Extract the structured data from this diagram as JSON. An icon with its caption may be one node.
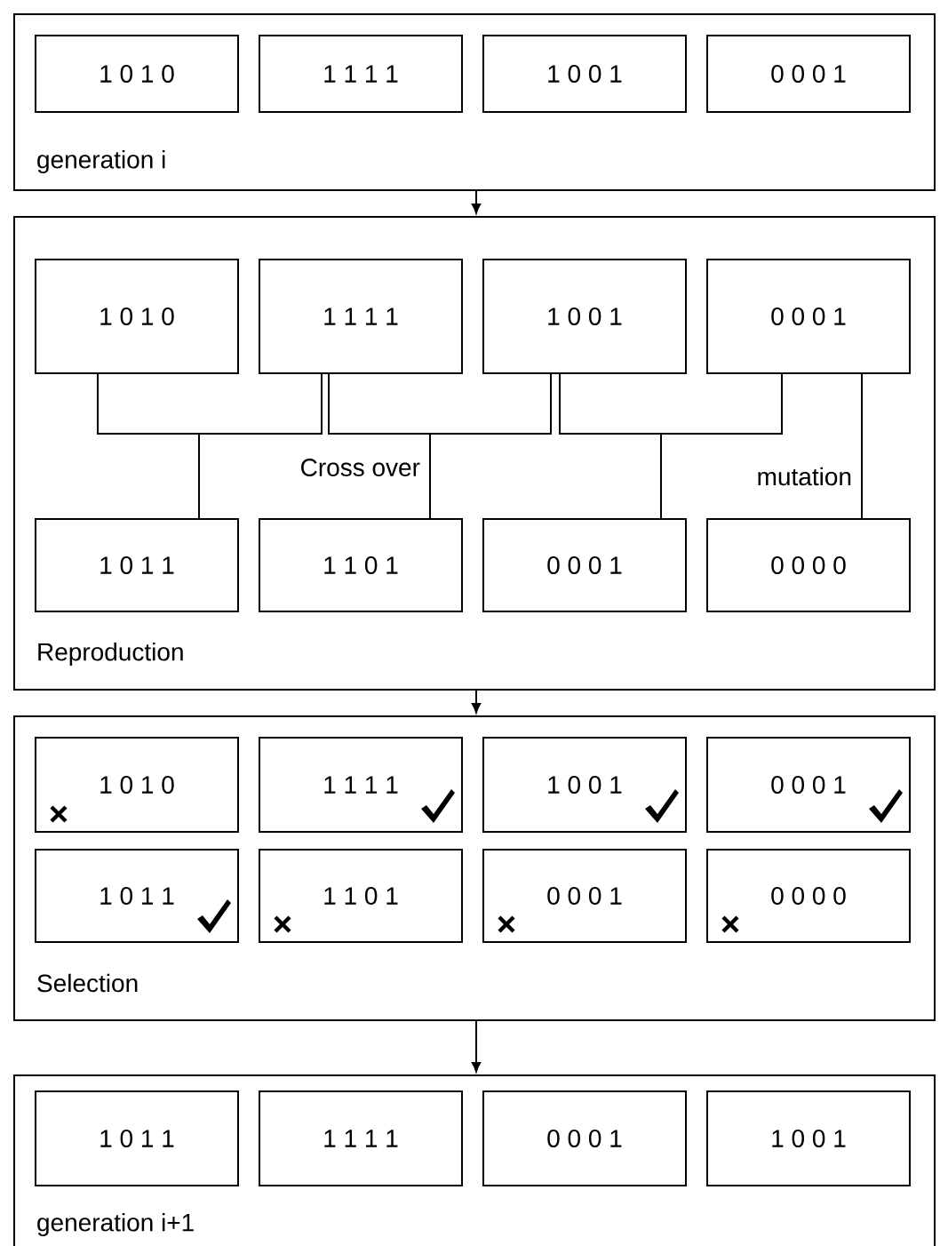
{
  "diagram": {
    "nodes": [
      {
        "text": [
          "generation i"
        ]
      },
      {
        "text": [
          "1 0 1 0"
        ],
        "in": 0
      },
      {
        "text": [
          "1 1 1 1"
        ],
        "in": 0
      },
      {
        "text": [
          "1 0 0 1"
        ],
        "in": 0
      },
      {
        "text": [
          "0 0 0 1"
        ],
        "in": 0
      },
      {
        "text": [
          "Reproduction"
        ]
      },
      {
        "text": [
          "1 0 1 0"
        ],
        "in": 5
      },
      {
        "text": [
          "1 1 1 1"
        ],
        "in": 5
      },
      {
        "text": [
          "1 0 0 1"
        ],
        "in": 5
      },
      {
        "text": [
          "0 0 0 1"
        ],
        "in": 5
      },
      {
        "text": [
          "1 0 1 1"
        ],
        "in": 5
      },
      {
        "text": [
          "1 1 0 1"
        ],
        "in": 5
      },
      {
        "text": [
          "0 0 0 1"
        ],
        "in": 5
      },
      {
        "text": [
          "0 0 0 0"
        ],
        "in": 5
      },
      {
        "text": [
          "Selection"
        ]
      },
      {
        "text": [
          "1 0 1 0"
        ],
        "in": 14
      },
      {
        "text": [
          "1 1 1 1"
        ],
        "in": 14
      },
      {
        "text": [
          "1 0 0 1"
        ],
        "in": 14
      },
      {
        "text": [
          "0 0 0 1"
        ],
        "in": 14
      },
      {
        "text": [
          "1 0 1 1"
        ],
        "in": 14
      },
      {
        "text": [
          "1 1 0 1"
        ],
        "in": 14
      },
      {
        "text": [
          "0 0 0 1"
        ],
        "in": 14
      },
      {
        "text": [
          "0 0 0 0"
        ],
        "in": 14
      },
      {
        "text": [
          "generation i+1"
        ]
      },
      {
        "text": [
          "1 0 1 1"
        ],
        "in": 23
      },
      {
        "text": [
          "1 1 1 1"
        ],
        "in": 23
      },
      {
        "text": [
          "0 0 0 1"
        ],
        "in": 23
      },
      {
        "text": [
          "1 0 0 1"
        ],
        "in": 23
      }
    ],
    "edges": [
      {
        "from": 0,
        "to": 5,
        "arrow": "to"
      },
      {
        "from": 6,
        "to": 10,
        "arrow": "none"
      },
      {
        "from": 7,
        "to": 10,
        "arrow": "none"
      },
      {
        "from": 7,
        "to": 11,
        "arrow": "none"
      },
      {
        "from": 8,
        "to": 11,
        "arrow": "none"
      },
      {
        "from": 8,
        "to": 12,
        "arrow": "none"
      },
      {
        "from": 9,
        "to": 12,
        "arrow": "none"
      },
      {
        "from": 9,
        "to": 13,
        "arrow": "none",
        "label": "mutation"
      },
      {
        "from": 5,
        "to": 14,
        "arrow": "to"
      },
      {
        "from": 14,
        "to": 23,
        "arrow": "to"
      }
    ],
    "labels": [
      "Cross over"
    ]
  }
}
